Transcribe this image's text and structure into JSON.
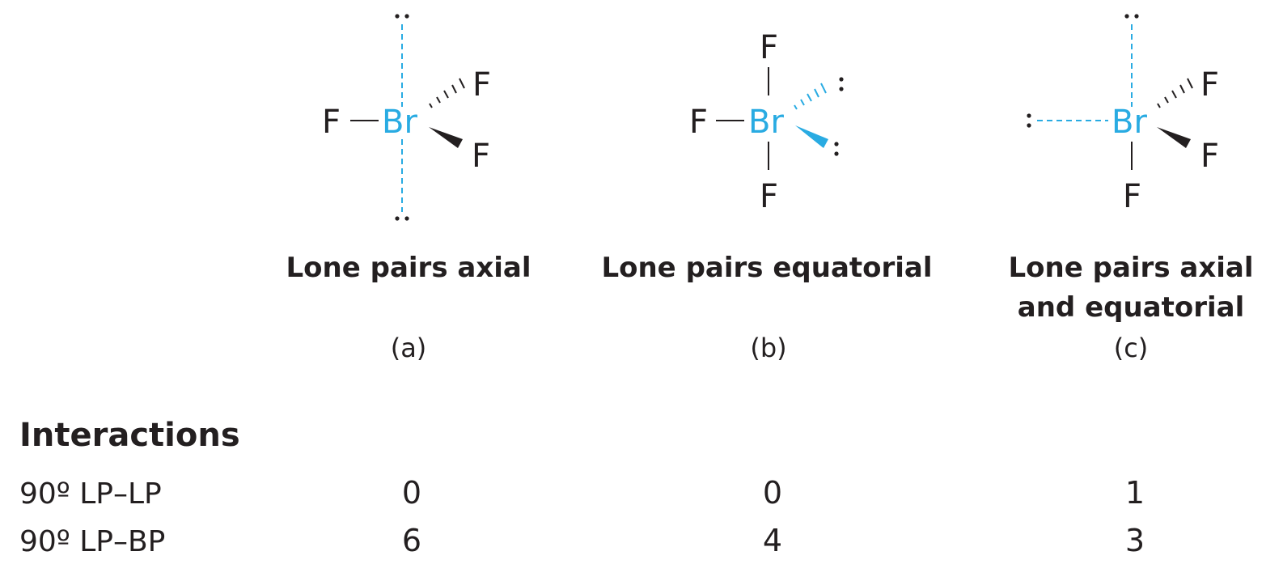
{
  "molecules": {
    "a": {
      "central": "Br",
      "ligand": "F",
      "caption": "Lone pairs axial",
      "sublabel": "(a)"
    },
    "b": {
      "central": "Br",
      "ligand": "F",
      "caption": "Lone pairs equatorial",
      "sublabel": "(b)"
    },
    "c": {
      "central": "Br",
      "ligand": "F",
      "caption_line1": "Lone pairs axial",
      "caption_line2": "and equatorial",
      "sublabel": "(c)"
    }
  },
  "table": {
    "heading": "Interactions",
    "rows": [
      {
        "label": "90º LP–LP",
        "a": "0",
        "b": "0",
        "c": "1"
      },
      {
        "label": "90º LP–BP",
        "a": "6",
        "b": "4",
        "c": "3"
      }
    ]
  },
  "colors": {
    "central_atom": "#29abe2",
    "text": "#231f20"
  }
}
